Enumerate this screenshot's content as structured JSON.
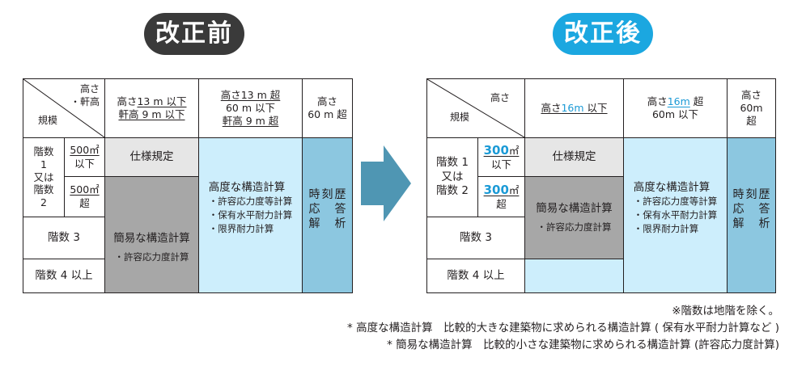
{
  "before": {
    "badge": "改正前",
    "header": {
      "height_label": "高さ",
      "eave_label": "・軒高",
      "scale_label": "規模",
      "col1": {
        "prefix": "高さ",
        "u1": "13 m 以下",
        "line2": "軒高 9 m 以下"
      },
      "col2": {
        "line1": "高さ13 m 超",
        "line2": "60 m 以下",
        "line3": "軒高 9 m 超"
      },
      "col3": {
        "line1": "高さ",
        "line2": "60 m 超"
      }
    },
    "rows": {
      "floors12": [
        "階数",
        "1",
        "又は",
        "階数",
        "2"
      ],
      "area_le": [
        "500㎡",
        "以下"
      ],
      "area_gt": [
        "500㎡",
        "超"
      ],
      "floors3": "階数 3",
      "floors4": "階数 4 以上"
    },
    "spec": "仕様規定",
    "simple": {
      "title": "簡易な構造計算",
      "item": "・許容応力度計算"
    },
    "advanced": {
      "title": "高度な構造計算",
      "items": [
        "・許容応力度等計算",
        "・保有水平耐力計算",
        "・限界耐力計算"
      ]
    },
    "history": [
      "時",
      "刻",
      "歴",
      "応",
      "答",
      "解",
      "析"
    ]
  },
  "after": {
    "badge": "改正後",
    "header": {
      "height_label": "高さ",
      "scale_label": "規模",
      "col1": {
        "prefix": "高さ",
        "value": "16m",
        "suffix": " 以下"
      },
      "col2": {
        "prefix": "高さ",
        "value": "16m",
        "suffix": " 超",
        "line2": "60m 以下"
      },
      "col3": {
        "line1": "高さ",
        "line2": "60m",
        "line3": "超"
      }
    },
    "rows": {
      "floors12": [
        "階数 1",
        "又は",
        "階数 2"
      ],
      "area_le": [
        "300",
        "㎡",
        "以下"
      ],
      "area_gt": [
        "300",
        "㎡",
        "超"
      ],
      "floors3": "階数 3",
      "floors4": "階数 4 以上"
    },
    "spec": "仕様規定",
    "simple": {
      "title": "簡易な構造計算",
      "item": "・許容応力度計算"
    },
    "advanced": {
      "title": "高度な構造計算",
      "items": [
        "・許容応力度等計算",
        "・保有水平耐力計算",
        "・限界耐力計算"
      ]
    },
    "history": [
      "時",
      "刻",
      "歴",
      "応",
      "答",
      "解",
      "析"
    ]
  },
  "notes": [
    "※階数は地階を除く。",
    "* 高度な構造計算　比較的大きな建築物に求められる構造計算 ( 保有水平耐力計算など )",
    "* 簡易な構造計算　比較的小さな建築物に求められる構造計算 (許容応力度計算)"
  ],
  "colors": {
    "before_badge": "#3a3a3a",
    "after_badge": "#1ba7e0",
    "arrow": "#4f96b3",
    "light_blue": "#cdeefc",
    "mid_blue": "#8cc7e0",
    "gray_dark": "#a7a7a7",
    "gray_light": "#e6e6e6"
  }
}
